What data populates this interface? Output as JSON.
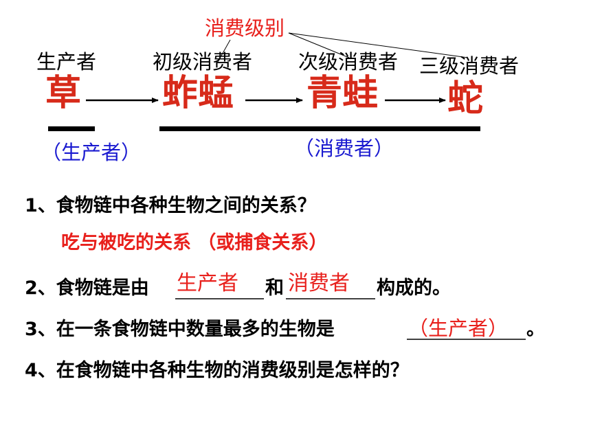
{
  "diagram": {
    "level_label": "消费级别",
    "roles": {
      "producer": "生产者",
      "primary": "初级消费者",
      "secondary": "次级消费者",
      "tertiary": "三级消费者"
    },
    "organisms": {
      "grass": "草",
      "grasshopper": "蚱蜢",
      "frog": "青蛙",
      "snake": "蛇"
    },
    "group_labels": {
      "producer": "（生产者）",
      "consumer": "（消费者）"
    },
    "colors": {
      "organism": "#d72a1a",
      "answer": "#e8201c",
      "group_label": "#1a1ad0"
    }
  },
  "questions": {
    "q1": "1、食物链中各种生物之间的关系？",
    "a1": "吃与被吃的关系 （或捕食关系）",
    "q2_prefix": "2、食物链是由",
    "q2_mid": "和",
    "q2_suffix": "构成的。",
    "a2_blank1": "生产者",
    "a2_blank2": "消费者",
    "q3_prefix": "3、在一条食物链中数量最多的生物是",
    "q3_suffix": "。",
    "a3": "（生产者）",
    "q4": "4、在食物链中各种生物的消费级别是怎样的？"
  }
}
